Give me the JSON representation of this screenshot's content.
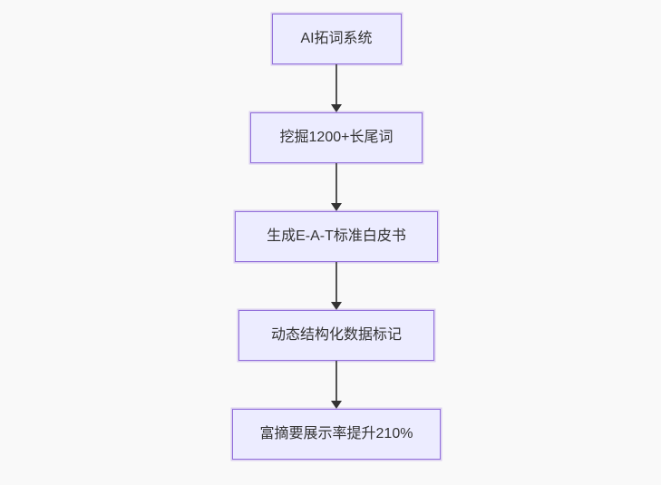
{
  "diagram": {
    "type": "flowchart",
    "direction": "top-down",
    "nodes": [
      {
        "label": "AI拓词系统"
      },
      {
        "label": "挖掘1200+长尾词"
      },
      {
        "label": "生成E-A-T标准白皮书"
      },
      {
        "label": "动态结构化数据标记"
      },
      {
        "label": "富摘要展示率提升210%"
      }
    ],
    "edges": [
      {
        "from": 0,
        "to": 1,
        "style": "arrow-down"
      },
      {
        "from": 1,
        "to": 2,
        "style": "arrow-down"
      },
      {
        "from": 2,
        "to": 3,
        "style": "arrow-down"
      },
      {
        "from": 3,
        "to": 4,
        "style": "arrow-down"
      }
    ],
    "colors": {
      "background": "#F9F9F9",
      "node_fill": "#ECECFF",
      "node_border": "#9370DB",
      "text": "#333333",
      "arrow_line": "#555555",
      "arrow_head": "#333333"
    }
  }
}
